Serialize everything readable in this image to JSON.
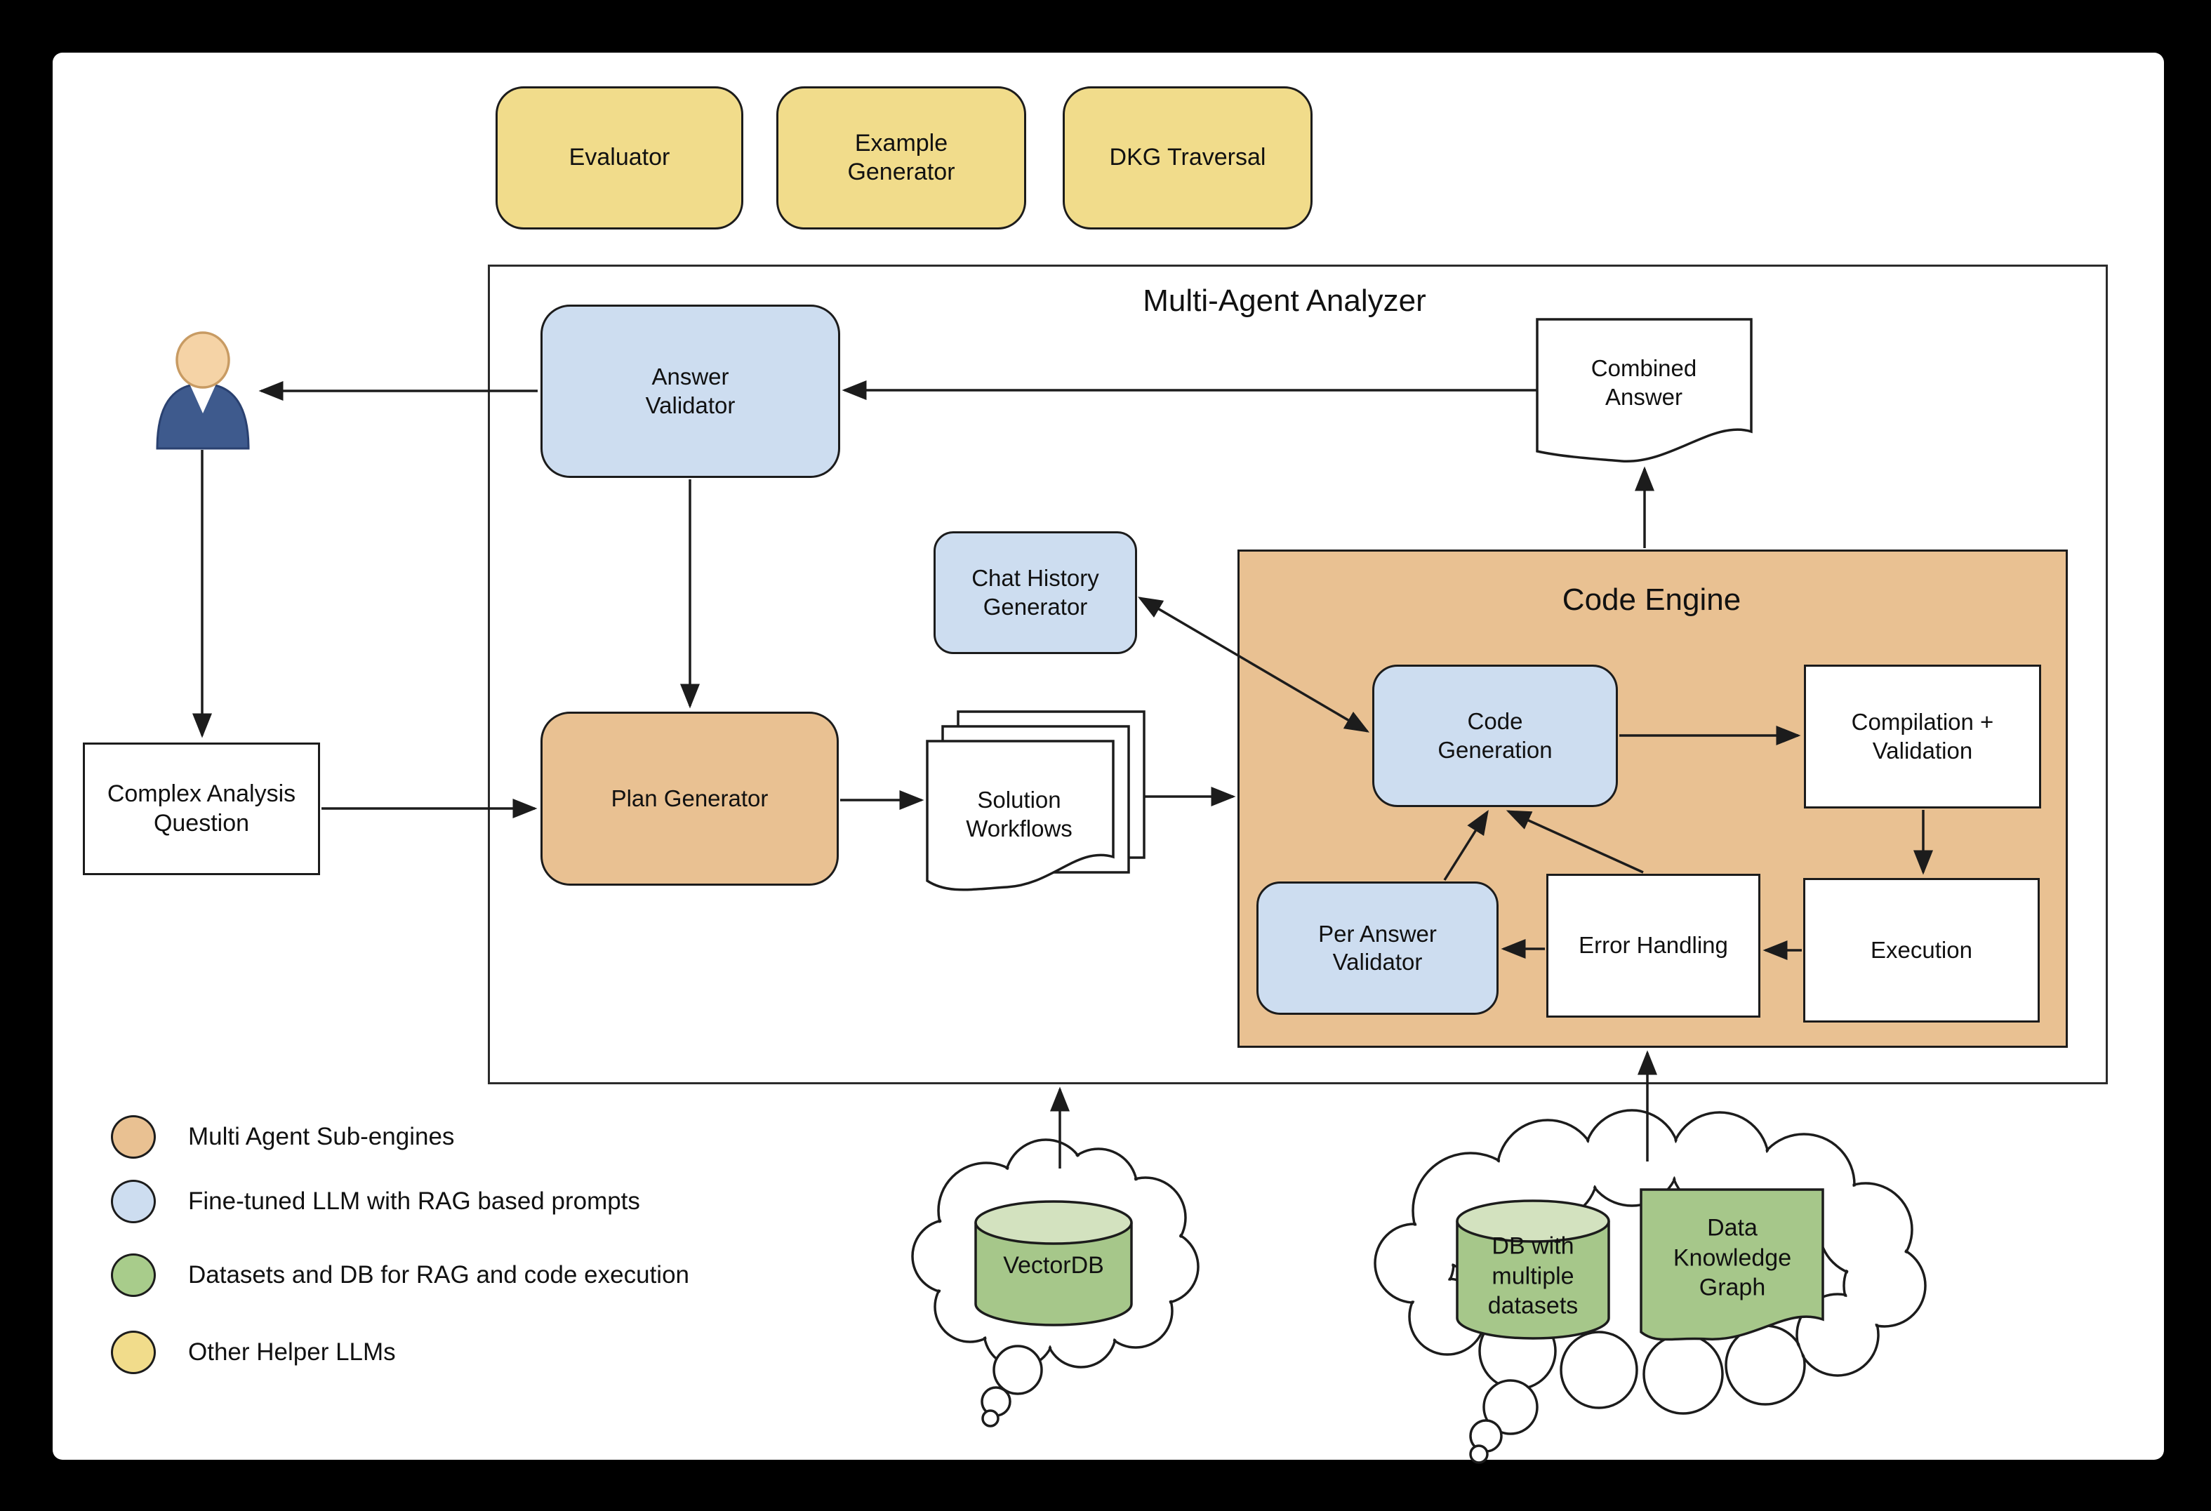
{
  "canvas": {
    "frame_color": "#000000",
    "background": "#ffffff"
  },
  "helper_boxes": {
    "evaluator": "Evaluator",
    "example_generator": "Example\nGenerator",
    "dkg_traversal": "DKG Traversal"
  },
  "analyzer": {
    "title": "Multi-Agent Analyzer"
  },
  "code_engine": {
    "title": "Code Engine"
  },
  "nodes": {
    "answer_validator": "Answer\nValidator",
    "combined_answer": "Combined\nAnswer",
    "chat_history_generator": "Chat History\nGenerator",
    "plan_generator": "Plan Generator",
    "solution_workflows": "Solution\nWorkflows",
    "complex_analysis_question": "Complex Analysis\nQuestion",
    "code_generation": "Code\nGeneration",
    "compilation_validation": "Compilation +\nValidation",
    "execution": "Execution",
    "error_handling": "Error Handling",
    "per_answer_validator": "Per Answer\nValidator"
  },
  "datastores": {
    "vectordb": "VectorDB",
    "db_with_multiple_datasets": "DB with\nmultiple\ndatasets",
    "data_knowledge_graph": "Data\nKnowledge\nGraph"
  },
  "legend": {
    "items": [
      {
        "key": "multi-agent-sub-engines",
        "color": "#e9c192",
        "label": "Multi Agent Sub-engines"
      },
      {
        "key": "fine-tuned-llm-rag",
        "color": "#cdddf0",
        "label": "Fine-tuned LLM with RAG based prompts"
      },
      {
        "key": "datasets-and-db",
        "color": "#a8cc8b",
        "label": "Datasets and DB for RAG and code execution"
      },
      {
        "key": "other-helper-llms",
        "color": "#f1dc8b",
        "label": "Other Helper LLMs"
      }
    ]
  },
  "colors": {
    "sub_engine_orange": "#e9c192",
    "llm_blue": "#cdddf0",
    "dataset_green": "#a8cc8b",
    "dataset_green_light": "#d3e2bf",
    "helper_yellow": "#f1dc8b",
    "stroke": "#1c1c1c",
    "person_body": "#3e5a8d",
    "person_head": "#f5d3a6"
  }
}
